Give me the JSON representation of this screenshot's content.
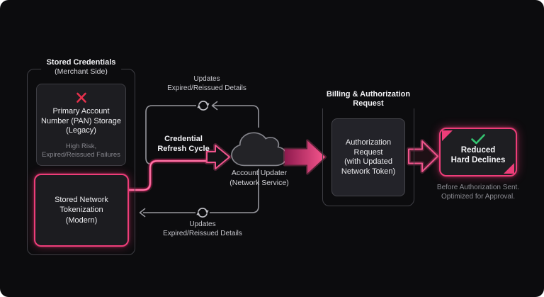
{
  "colors": {
    "background": "#0c0c0e",
    "accent_pink": "#ee3d79",
    "line_gray": "#96969c",
    "red_x": "#e5304c",
    "check_green": "#34c471"
  },
  "left_panel": {
    "legend_title": "Stored Credentials",
    "legend_subtitle": "(Merchant Side)",
    "pan_box": {
      "title": "Primary Account\nNumber (PAN) Storage\n(Legacy)",
      "subtitle": "High Risk,\nExpired/Reissued Failures"
    },
    "token_box": {
      "title": "Stored Network\nTokenization\n(Modern)"
    }
  },
  "cycle": {
    "label": "Credential\nRefresh Cycle",
    "top_note": "Updates\nExpired/Reissued Details",
    "bottom_note": "Updates\nExpired/Reissued Details",
    "cloud_label": "Account Updater\n(Network Service)"
  },
  "billing_panel": {
    "legend": "Billing & Authorization\nRequest",
    "box_title": "Authorization\nRequest\n(with Updated\nNetwork Token)"
  },
  "outcome": {
    "title": "Reduced\nHard Declines",
    "caption": "Before Authorization Sent.\nOptimized for Approval."
  }
}
